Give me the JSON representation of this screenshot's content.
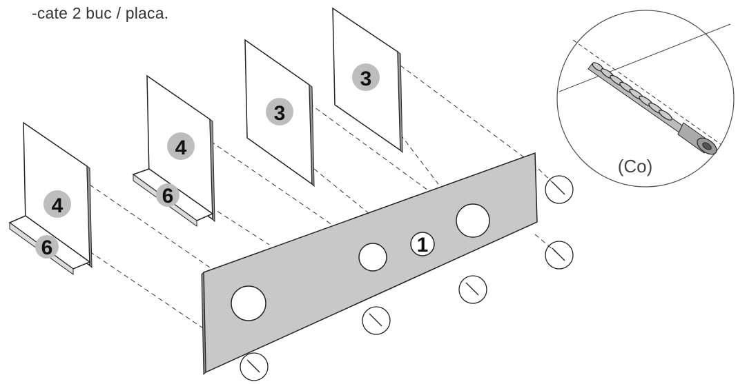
{
  "caption": "-cate 2 buc / placa.",
  "labels": {
    "panel_main": "1",
    "divider_back": "3",
    "divider_mid": "3",
    "divider_front_left": "4",
    "divider_far_left": "4",
    "shelf_front": "6",
    "shelf_back": "6",
    "screw_detail": "(Co)"
  },
  "colors": {
    "panel_fill": "#c8c8c8",
    "badge_fill": "#bdbdbd",
    "line": "#222222"
  }
}
